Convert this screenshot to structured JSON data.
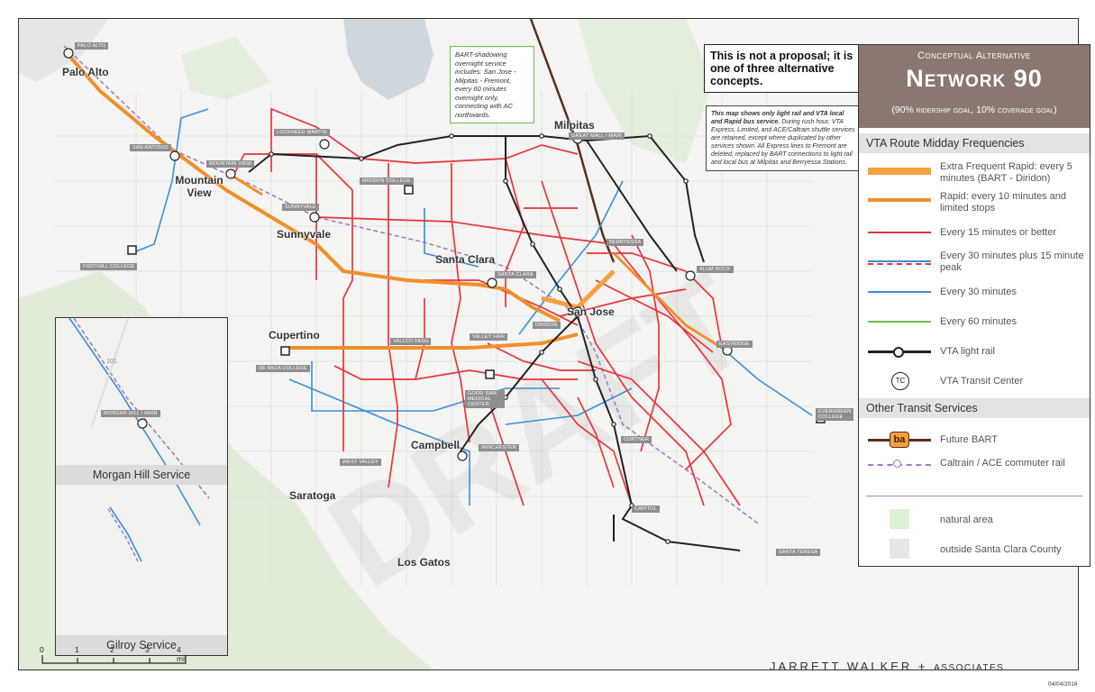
{
  "notes": {
    "bart": "BART-shadowing overnight service includes: San Jose - Milpitas - Fremont, every 60 minutes overnight only, connecting with AC northwards.",
    "proposal": "This is not a proposal; it is one of three alternative concepts.",
    "scope_bold": "This map shows only light rail and VTA local and Rapid bus service.",
    "scope_rest": "During rush hour, VTA Express, Limited, and ACE/Caltrain shuttle services are retained, except where duplicated by other services shown. All Express lines to Fremont are deleted, replaced by BART connections to light rail and local bus at Milpitas and Berryessa Stations."
  },
  "legend": {
    "kicker": "Conceptual Alternative",
    "title": "Network 90",
    "goal": "(90% ridership goal, 10% coverage goal)",
    "section1": "VTA Route Midday Frequencies",
    "items": [
      {
        "label": "Extra Frequent Rapid: every 5 minutes (BART - Diridon)",
        "color": "#f7a03c"
      },
      {
        "label": "Rapid: every 10 minutes and limited stops",
        "color": "#f08f2a"
      },
      {
        "label": "Every 15 minutes or better",
        "color": "#e8343a"
      },
      {
        "label": "Every 30 minutes plus 15 minute peak",
        "color": "#3b8fd8"
      },
      {
        "label": "Every 30 minutes",
        "color": "#3b8fd8"
      },
      {
        "label": "Every 60 minutes",
        "color": "#6dbf4b"
      },
      {
        "label": "VTA light rail",
        "color": "#222222"
      },
      {
        "label": "VTA Transit Center",
        "symbol": "TC"
      }
    ],
    "section2": "Other Transit Services",
    "other": [
      {
        "label": "Future BART",
        "symbol": "ba",
        "color": "#f7a03c"
      },
      {
        "label": "Caltrain / ACE commuter rail",
        "color": "#a078c0"
      },
      {
        "label": "natural area",
        "color": "#dff0d8"
      },
      {
        "label": "outside Santa Clara County",
        "color": "#e6e6e6"
      }
    ]
  },
  "cities": [
    "Palo Alto",
    "Mountain View",
    "Sunnyvale",
    "Santa Clara",
    "Milpitas",
    "San Jose",
    "Cupertino",
    "Campbell",
    "Saratoga",
    "Los Gatos"
  ],
  "stops": [
    "Palo Alto",
    "San Antonio",
    "Mountain View",
    "Lockheed Martin",
    "Mission College",
    "Sunnyvale",
    "Foothill College",
    "Great Mall / Main",
    "Santa Clara",
    "Berryessa",
    "Alum Rock",
    "Eastridge",
    "De Anza College",
    "Vallco Fash",
    "Valley Fair",
    "Diridon",
    "Good Sam. Medical Center",
    "Winchester",
    "West Valley",
    "Santa Teresa",
    "Evergreen College",
    "Capitol",
    "Curtner",
    "Morgan Hill / Main"
  ],
  "inset": {
    "morgan_hill": "Morgan Hill Service",
    "gilroy": "Gilroy Service",
    "hwy": "101"
  },
  "scale": {
    "ticks": [
      "0",
      "1",
      "2",
      "3",
      "4 mi"
    ]
  },
  "credit": {
    "name": "JARRETT WALKER",
    "plus": "+",
    "assoc": "ASSOCIATES"
  },
  "date": "04/04/2016",
  "watermark": "DRAFT"
}
